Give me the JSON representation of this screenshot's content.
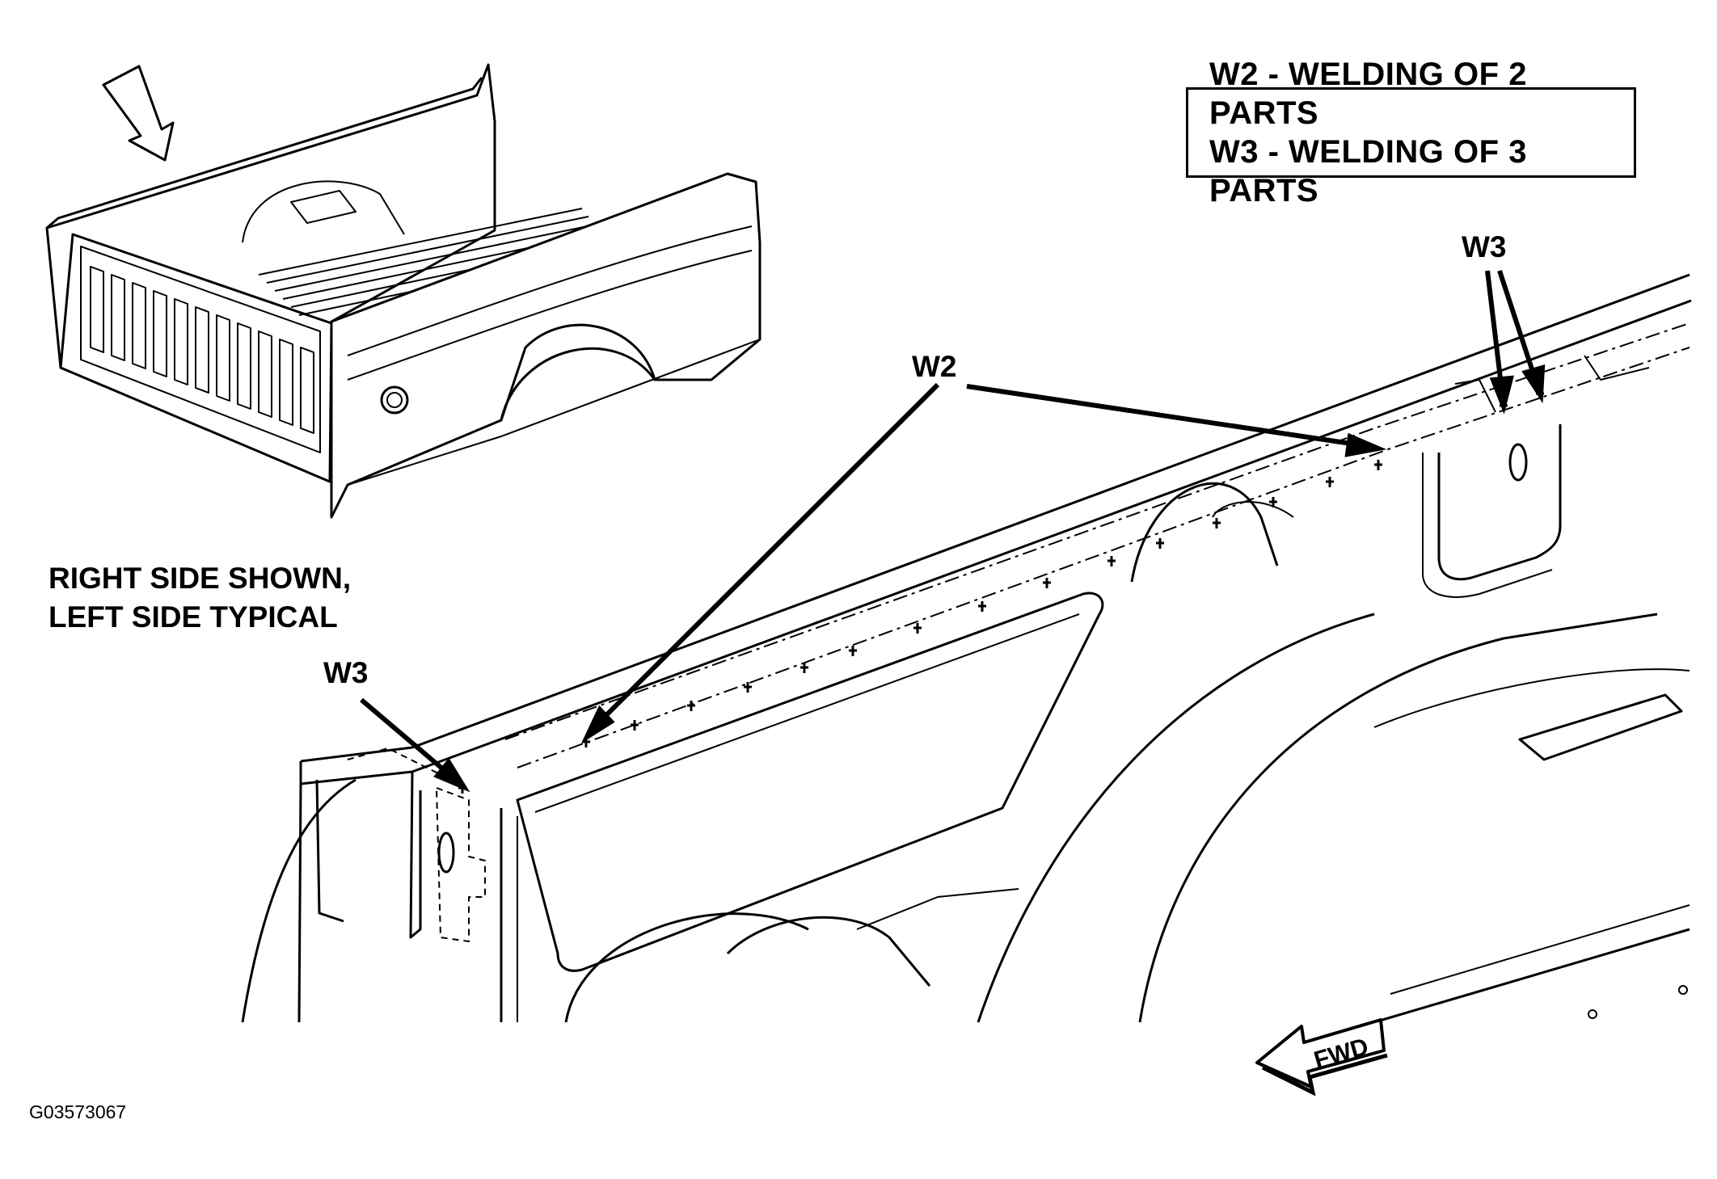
{
  "legend": {
    "line1": "W2 - WELDING OF 2 PARTS",
    "line2": "W3 - WELDING OF 3 PARTS"
  },
  "note": {
    "line1": "RIGHT SIDE SHOWN,",
    "line2": "LEFT SIDE TYPICAL"
  },
  "callouts": {
    "w2": "W2",
    "w3_right": "W3",
    "w3_left": "W3"
  },
  "fwd_label": "FWD",
  "figure_id": "G03573067"
}
